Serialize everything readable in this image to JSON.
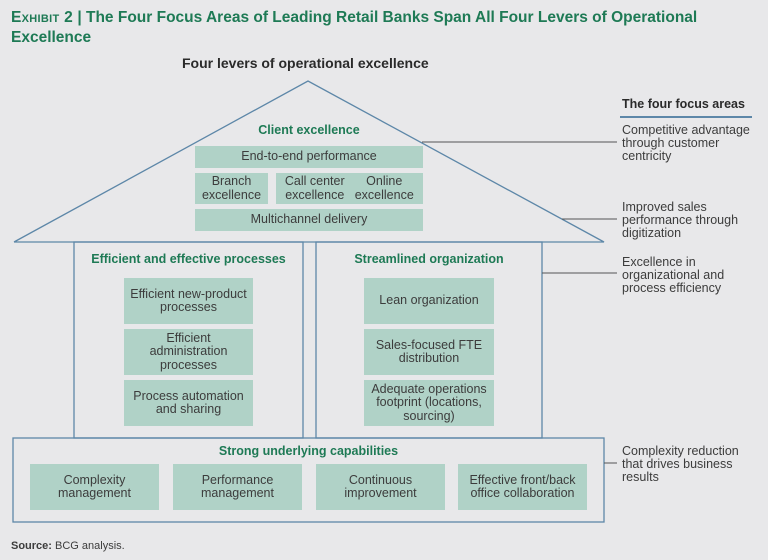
{
  "exhibit": {
    "label": "Exhibit 2",
    "separator": "|",
    "title": "The Four Focus Areas of Leading Retail Banks Span All Four Levers of Operational Excellence"
  },
  "subtitle": "Four levers of operational excellence",
  "colors": {
    "accent_green": "#1e7a55",
    "box_fill": "#b0d2c7",
    "frame_blue": "#5d87a8",
    "background": "#e8e8ea"
  },
  "roof": {
    "header": "Client excellence",
    "items": {
      "end_to_end": "End-to-end performance",
      "branch": "Branch excellence",
      "call_center": "Call center excellence",
      "online": "Online excellence",
      "multichannel": "Multichannel delivery"
    }
  },
  "pillars": [
    {
      "header": "Efficient and effective processes",
      "items": [
        "Efficient new-product processes",
        "Efficient administration processes",
        "Process automation and sharing"
      ]
    },
    {
      "header": "Streamlined organization",
      "items": [
        "Lean organization",
        "Sales-focused FTE distribution",
        "Adequate operations footprint (locations, sourcing)"
      ]
    }
  ],
  "foundation": {
    "header": "Strong underlying capabilities",
    "items": [
      "Complexity management",
      "Performance management",
      "Continuous improvement",
      "Effective front/back office collaboration"
    ]
  },
  "focus_areas": {
    "title": "The four focus areas",
    "items": [
      "Competitive advantage through customer centricity",
      "Improved sales performance through digitization",
      "Excellence in organizational and process efficiency",
      "Complexity reduction that drives business results"
    ]
  },
  "source": {
    "label": "Source:",
    "text": "BCG analysis."
  }
}
